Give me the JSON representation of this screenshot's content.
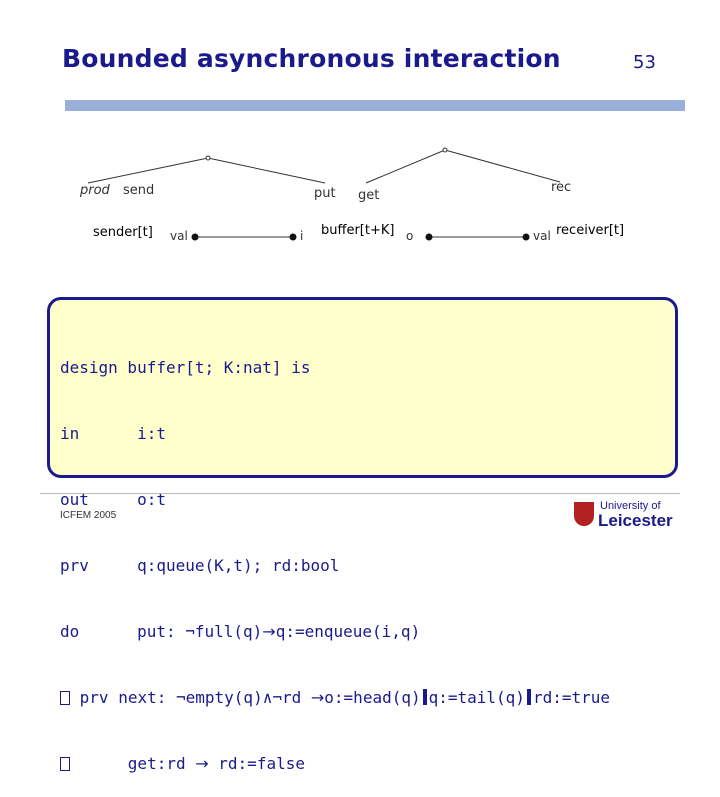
{
  "slide": {
    "title": "Bounded asynchronous interaction",
    "number": "53"
  },
  "diagram": {
    "labels": {
      "prod": "prod",
      "send": "send",
      "sender": "sender[t]",
      "val_out": "val",
      "i": "i",
      "put": "put",
      "get": "get",
      "buffer": "buffer[t+K]",
      "o": "o",
      "rec": "rec",
      "val_in": "val",
      "receiver": "receiver[t]"
    }
  },
  "code": {
    "line1": "design buffer[t; K:nat] is",
    "line2_kw": "in",
    "line2_val": "i:t",
    "line3_kw": "out",
    "line3_val": "o:t",
    "line4_kw": "prv",
    "line4_val": "q:queue(K,t); rd:bool",
    "line5_kw": "do",
    "line5_a": "put:",
    "line5_b": "¬full(q)",
    "line5_c": "→",
    "line5_d": "q:=enqueue(i,q)",
    "line6_kw": "prv",
    "line6_a": "next:",
    "line6_b": "¬empty(q)∧¬rd",
    "line6_c": "→",
    "line6_d": "o:=head(q)",
    "line6_e": "q:=tail(q)",
    "line6_f": "rd:=true",
    "line7_a": "get:rd",
    "line7_b": "→",
    "line7_c": "rd:=false"
  },
  "footer": {
    "text": "ICFEM 2005",
    "logo_small": "University of",
    "logo_big": "Leicester"
  },
  "colors": {
    "title": "#1a1a8c",
    "bar": "#9bb0d8",
    "code_bg": "#ffffcc"
  }
}
